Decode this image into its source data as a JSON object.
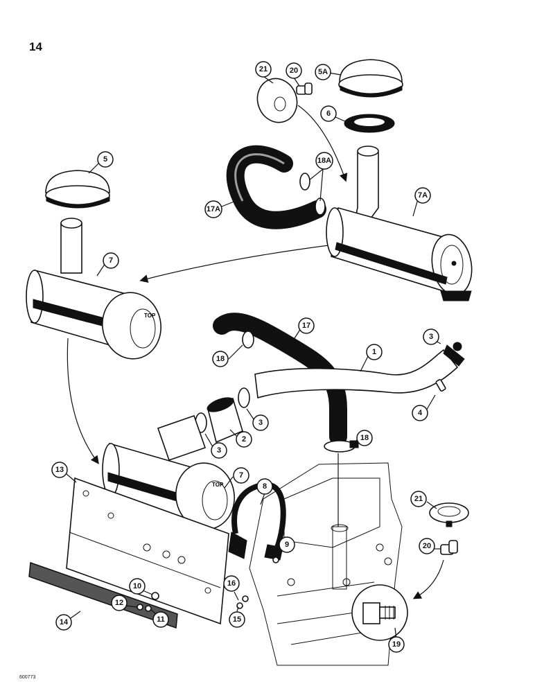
{
  "page": {
    "number": "14",
    "drawing_code": "600773"
  },
  "callouts": [
    {
      "id": "c-21-top",
      "label": "21"
    },
    {
      "id": "c-20-top",
      "label": "20"
    },
    {
      "id": "c-5a",
      "label": "5A"
    },
    {
      "id": "c-6",
      "label": "6"
    },
    {
      "id": "c-18a",
      "label": "18A"
    },
    {
      "id": "c-7a",
      "label": "7A"
    },
    {
      "id": "c-17a",
      "label": "17A"
    },
    {
      "id": "c-5",
      "label": "5"
    },
    {
      "id": "c-7-upper",
      "label": "7"
    },
    {
      "id": "c-17",
      "label": "17"
    },
    {
      "id": "c-3-right",
      "label": "3"
    },
    {
      "id": "c-18-left",
      "label": "18"
    },
    {
      "id": "c-1",
      "label": "1"
    },
    {
      "id": "c-4",
      "label": "4"
    },
    {
      "id": "c-3-mid",
      "label": "3"
    },
    {
      "id": "c-2",
      "label": "2"
    },
    {
      "id": "c-3-left",
      "label": "3"
    },
    {
      "id": "c-18-right",
      "label": "18"
    },
    {
      "id": "c-13",
      "label": "13"
    },
    {
      "id": "c-7-lower",
      "label": "7"
    },
    {
      "id": "c-8",
      "label": "8"
    },
    {
      "id": "c-21-bottom",
      "label": "21"
    },
    {
      "id": "c-9",
      "label": "9"
    },
    {
      "id": "c-20-bottom",
      "label": "20"
    },
    {
      "id": "c-16",
      "label": "16"
    },
    {
      "id": "c-10",
      "label": "10"
    },
    {
      "id": "c-12",
      "label": "12"
    },
    {
      "id": "c-11",
      "label": "11"
    },
    {
      "id": "c-14",
      "label": "14"
    },
    {
      "id": "c-15",
      "label": "15"
    },
    {
      "id": "c-19",
      "label": "19"
    }
  ]
}
